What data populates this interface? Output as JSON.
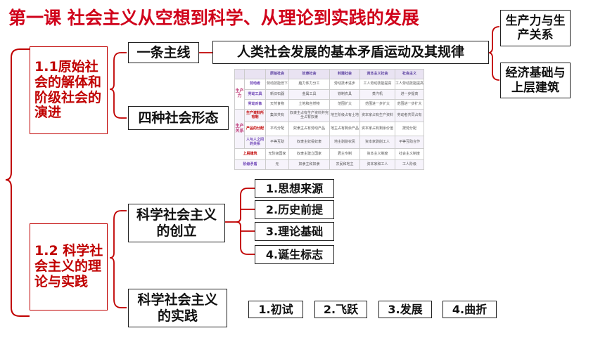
{
  "title": "第一课 社会主义从空想到科学、从理论到实践的发展",
  "section1": {
    "label": "1.1原始社会的解体和阶级社会的演进",
    "main_line_label": "一条主线",
    "main_line_content": "人类社会发展的基本矛盾运动及其规律",
    "contradiction_a": "生产力与生产关系",
    "contradiction_b": "经济基础与上层建筑",
    "forms_label": "四种社会形态"
  },
  "section2": {
    "label": "1.2 科学社会主义的理论与实践",
    "founding_label": "科学社会主义的创立",
    "founding_items": [
      "1.思想来源",
      "2.历史前提",
      "3.理论基础",
      "4.诞生标志"
    ],
    "practice_label": "科学社会主义的实践",
    "practice_items": [
      "1.初试",
      "2.飞跃",
      "3.发展",
      "4.曲折"
    ]
  },
  "table": {
    "headers": [
      "",
      "",
      "原始社会",
      "奴隶社会",
      "封建社会",
      "资本主义社会",
      "社会主义"
    ],
    "groups": [
      "生产力",
      "生产关系"
    ],
    "rows": [
      {
        "label": "劳动者",
        "cells": [
          "劳动技能低下",
          "脑力体力分工",
          "劳动技术进步",
          "工人劳动技能提高",
          "工人劳动技能提高"
        ]
      },
      {
        "label": "劳动工具",
        "cells": [
          "新旧石器",
          "金属工具",
          "铁制农具",
          "蒸汽机",
          "进一步提高"
        ]
      },
      {
        "label": "劳动对象",
        "cells": [
          "天然食物",
          "土地和自然物",
          "范围扩大",
          "范围进一步扩大",
          "范围进一步扩大"
        ]
      },
      {
        "label": "生产资料所有制",
        "cells": [
          "集体共有",
          "奴隶主占有生产资料并完全占有奴隶",
          "地主阶级占有土地",
          "资本家占有生产资料",
          "劳动者共同占有"
        ]
      },
      {
        "label": "产品的分配",
        "cells": [
          "平均分配",
          "奴隶主占有劳动产品",
          "地主占有剩余产品",
          "资本家占有剩余价值",
          "按劳分配"
        ]
      },
      {
        "label": "人与人之间的关系",
        "cells": [
          "平等互助",
          "奴隶主奴役奴隶",
          "地主剥削农民",
          "资本家剥削工人",
          "平等互助合作"
        ]
      }
    ],
    "superstructure": {
      "label": "上层建筑",
      "cells": [
        "无阶级国家",
        "奴隶主建立国家",
        "君主专制",
        "资本主义制度",
        "社会主义制度"
      ]
    },
    "class_conflict": {
      "label": "阶级矛盾",
      "cells": [
        "无",
        "奴隶主和奴隶",
        "农民和地主",
        "资本家和工人",
        "工人阶级"
      ]
    }
  }
}
